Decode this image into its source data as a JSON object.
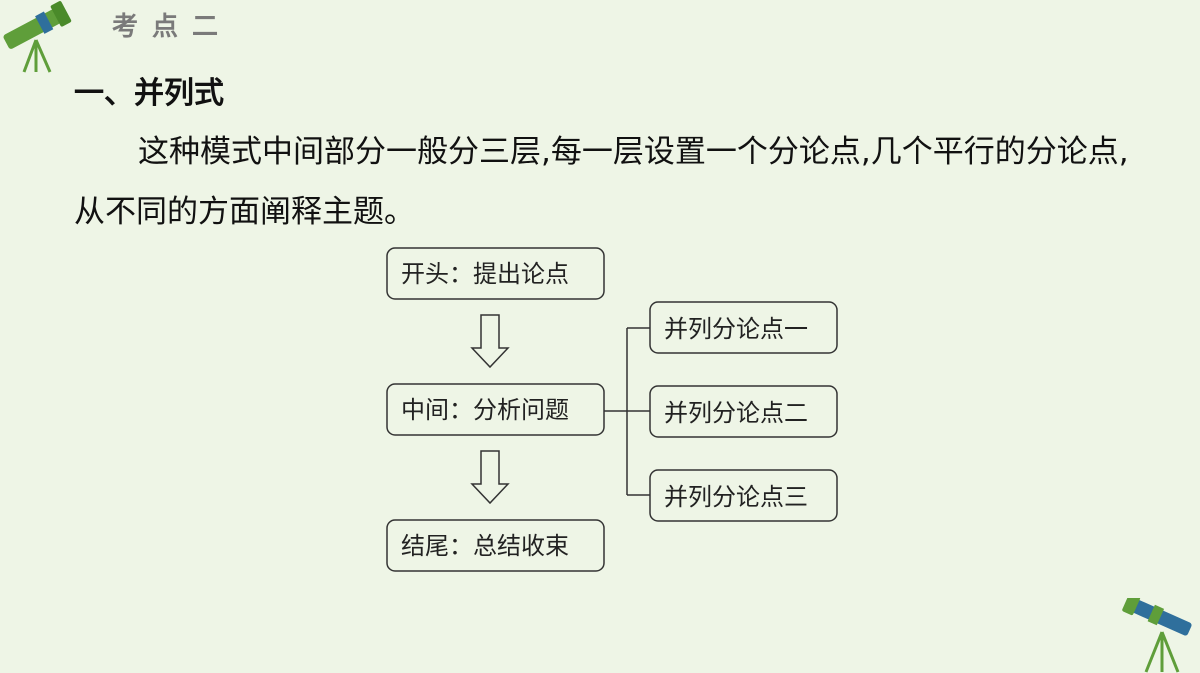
{
  "header": {
    "title": "考点二"
  },
  "section": {
    "title": "一、并列式",
    "paragraph": "这种模式中间部分一般分三层,每一层设置一个分论点,几个平行的分论点,从不同的方面阐释主题。"
  },
  "diagram": {
    "start": "开头：提出论点",
    "middle": "中间：分析问题",
    "end": "结尾：总结收束",
    "branches": [
      "并列分论点一",
      "并列分论点二",
      "并列分论点三"
    ]
  },
  "colors": {
    "background": "#eef5e6",
    "telescope_green": "#5f9e3a",
    "telescope_blue": "#2f6f9c",
    "box_border": "#333333"
  },
  "icons": [
    "telescope-icon",
    "down-arrow-icon"
  ]
}
